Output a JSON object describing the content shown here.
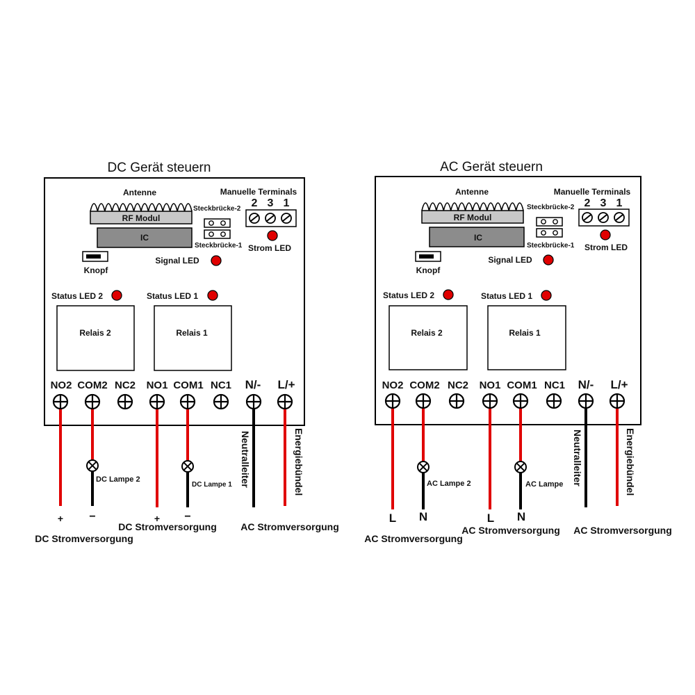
{
  "panels": [
    {
      "title": "DC Gerät steuern",
      "antenna": "Antenne",
      "manual_terminals": "Manuelle Terminals",
      "terminal_numbers": [
        "2",
        "3",
        "1"
      ],
      "jumper2": "Steckbrücke-2",
      "jumper1": "Steckbrücke-1",
      "rf_module": "RF Modul",
      "ic": "IC",
      "power_led": "Strom LED",
      "button": "Knopf",
      "signal_led": "Signal LED",
      "status_led2": "Status LED 2",
      "status_led1": "Status LED 1",
      "relay2": "Relais 2",
      "relay1": "Relais 1",
      "terminals": [
        "NO2",
        "COM2",
        "NC2",
        "NO1",
        "COM1",
        "NC1",
        "N/-",
        "L/+"
      ],
      "neutral": "Neutralleiter",
      "energy": "Energiebündel",
      "lamp2": "DC Lampe 2",
      "lamp1": "DC Lampe 1",
      "pol_a": "+",
      "pol_b": "−",
      "pol_c": "+",
      "pol_d": "−",
      "supply_left": "DC Stromversorgung",
      "supply_mid": "DC Stromversorgung",
      "supply_right": "AC Stromversorgung"
    },
    {
      "title": "AC Gerät steuern",
      "antenna": "Antenne",
      "manual_terminals": "Manuelle Terminals",
      "terminal_numbers": [
        "2",
        "3",
        "1"
      ],
      "jumper2": "Steckbrücke-2",
      "jumper1": "Steckbrücke-1",
      "rf_module": "RF Modul",
      "ic": "IC",
      "power_led": "Strom LED",
      "button": "Knopf",
      "signal_led": "Signal LED",
      "status_led2": "Status LED 2",
      "status_led1": "Status LED 1",
      "relay2": "Relais 2",
      "relay1": "Relais 1",
      "terminals": [
        "NO2",
        "COM2",
        "NC2",
        "NO1",
        "COM1",
        "NC1",
        "N/-",
        "L/+"
      ],
      "neutral": "Neutralleiter",
      "energy": "Energiebündel",
      "lamp2": "AC Lampe 2",
      "lamp1": "AC Lampe",
      "pol_a": "L",
      "pol_b": "N",
      "pol_c": "L",
      "pol_d": "N",
      "supply_left": "AC Stromversorgung",
      "supply_mid": "AC Stromversorgung",
      "supply_right": "AC Stromversorgung"
    }
  ],
  "colors": {
    "wire_red": "#e00000",
    "wire_black": "#000000",
    "led_red": "#e00000",
    "module_grey": "#c8c8c8",
    "ic_grey": "#8c8c8c"
  }
}
